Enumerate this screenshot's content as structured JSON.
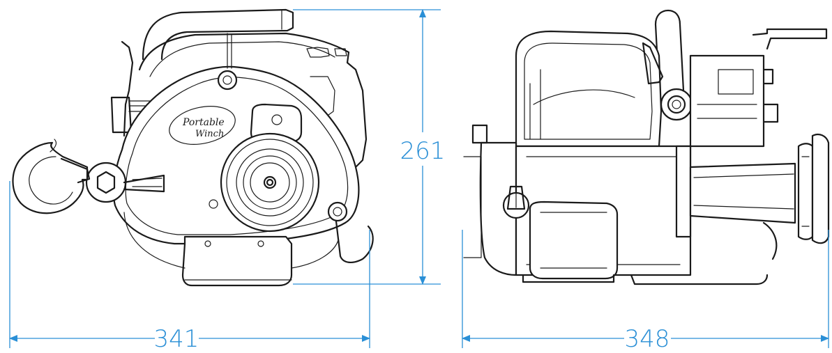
{
  "dimensions": {
    "width_front": "341",
    "width_side": "348",
    "height": "261"
  },
  "logo": {
    "line1": "Portable",
    "line2": "Winch"
  },
  "colors": {
    "dimension_line": "#2a8fd6",
    "drawing_ink": "#1a1a1a",
    "background": "#ffffff"
  }
}
